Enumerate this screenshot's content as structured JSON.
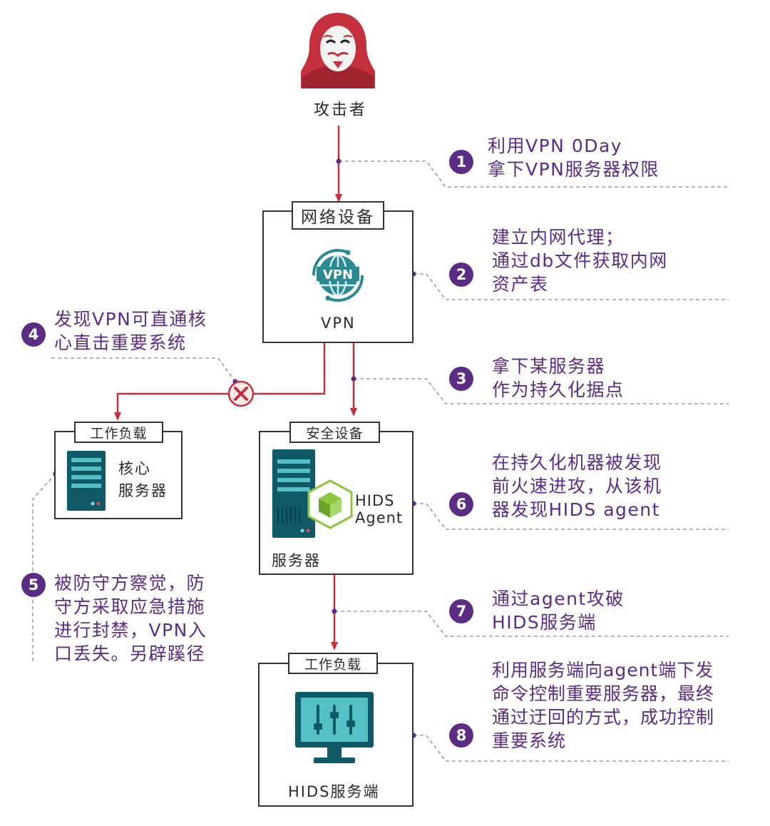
{
  "colors": {
    "accent": "#c4303c",
    "purple": "#5b2c84",
    "teal": "#2a8a92",
    "dark": "#333333"
  },
  "attacker": {
    "label": "攻击者"
  },
  "vpn_box": {
    "title": "网络设备",
    "device_label": "VPN",
    "logo_text": "VPN"
  },
  "core_box": {
    "title": "工作负载",
    "device_line1": "核心",
    "device_line2": "服务器"
  },
  "security_box": {
    "title": "安全设备",
    "device_label": "服务器",
    "hids_line1": "HIDS",
    "hids_line2": "Agent"
  },
  "hids_box": {
    "title": "工作负载",
    "device_label": "HIDS服务端"
  },
  "steps": [
    {
      "num": "1",
      "lines": [
        "利用VPN 0Day",
        "拿下VPN服务器权限"
      ]
    },
    {
      "num": "2",
      "lines": [
        "建立内网代理；",
        "通过db文件获取内网",
        "资产表"
      ]
    },
    {
      "num": "3",
      "lines": [
        "拿下某服务器",
        "作为持久化据点"
      ]
    },
    {
      "num": "4",
      "lines": [
        "发现VPN可直通核",
        "心直击重要系统"
      ]
    },
    {
      "num": "5",
      "lines": [
        "被防守方察觉，防",
        "守方采取应急措施",
        "进行封禁，VPN入",
        "口丢失。另辟蹊径"
      ]
    },
    {
      "num": "6",
      "lines": [
        "在持久化机器被发现",
        "前火速进攻，从该机",
        "器发现HIDS agent"
      ]
    },
    {
      "num": "7",
      "lines": [
        "通过agent攻破",
        "HIDS服务端"
      ]
    },
    {
      "num": "8",
      "lines": [
        "利用服务端向agent端下发",
        "命令控制重要服务器，最终",
        "通过迂回的方式，成功控制",
        "重要系统"
      ]
    }
  ]
}
